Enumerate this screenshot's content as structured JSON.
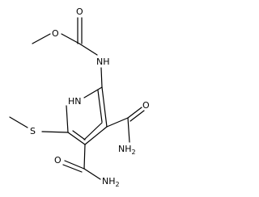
{
  "molecule": {
    "labels": {
      "carbonyl_o_top": "O",
      "ester_o": "O",
      "nh_carbamate": "NH",
      "ring_nh": "HN",
      "sulfur": "S",
      "amide_o_right": "O",
      "amide_nh2_right": "NH",
      "amide_nh2_right_sub": "2",
      "amide_o_bottom": "O",
      "amide_nh2_bottom": "NH",
      "amide_nh2_bottom_sub": "2"
    }
  }
}
